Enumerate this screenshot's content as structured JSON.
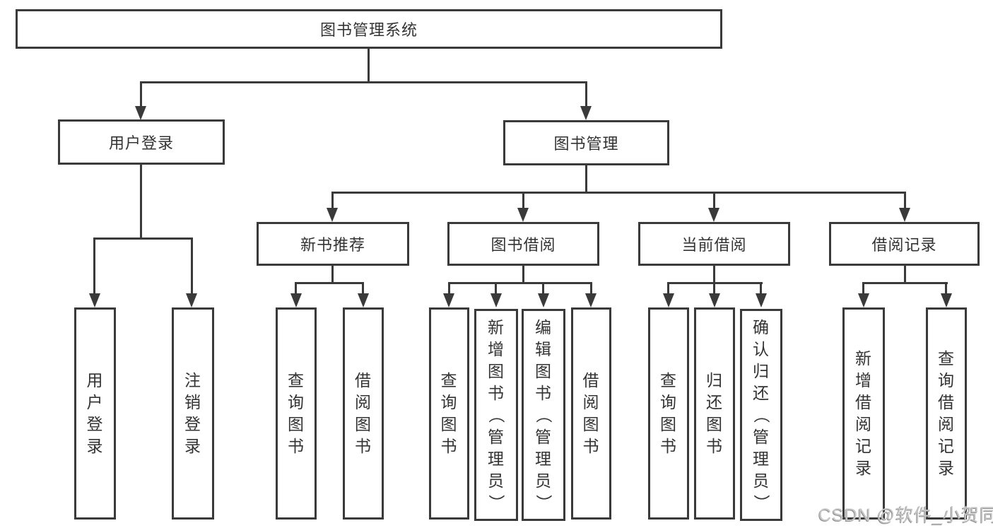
{
  "diagram": {
    "title": "图书管理系统",
    "type": "hierarchy",
    "root": {
      "label": "图书管理系统"
    },
    "branches": [
      {
        "label": "用户登录",
        "children": [
          {
            "label": "用户登录"
          },
          {
            "label": "注销登录"
          }
        ]
      },
      {
        "label": "图书管理",
        "children": [
          {
            "label": "新书推荐",
            "children": [
              {
                "label": "查询图书"
              },
              {
                "label": "借阅图书"
              }
            ]
          },
          {
            "label": "图书借阅",
            "children": [
              {
                "label": "查询图书"
              },
              {
                "label": "新增图书（管理员）"
              },
              {
                "label": "编辑图书（管理员）"
              },
              {
                "label": "借阅图书"
              }
            ]
          },
          {
            "label": "当前借阅",
            "children": [
              {
                "label": "查询图书"
              },
              {
                "label": "归还图书"
              },
              {
                "label": "确认归还（管理员）"
              }
            ]
          },
          {
            "label": "借阅记录",
            "children": [
              {
                "label": "新增借阅记录"
              },
              {
                "label": "查询借阅记录"
              }
            ]
          }
        ]
      }
    ],
    "watermark": "CSDN @软件_小贺同学",
    "colors": {
      "line": "#3a3a3a",
      "text": "#333333",
      "background": "#ffffff",
      "watermark": "#c6c6c6"
    }
  }
}
